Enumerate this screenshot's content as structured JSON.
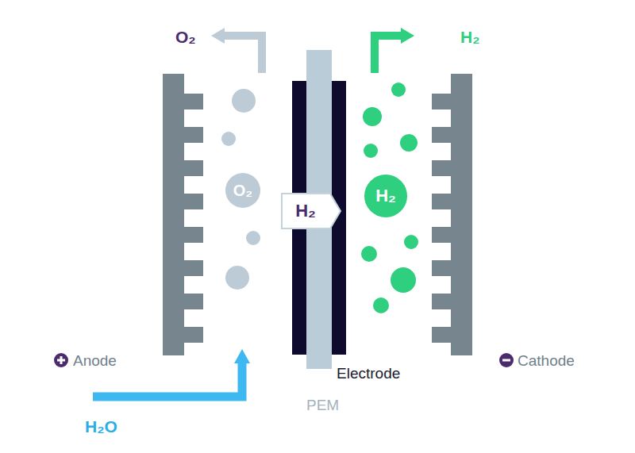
{
  "diagram": {
    "nodes": [
      {
        "text": [
          "O₂"
        ]
      },
      {
        "text": [
          "H₂"
        ]
      },
      {
        "text": [
          "H₂"
        ]
      }
    ],
    "labels": [
      "O₂",
      "H₂",
      "Anode",
      "Cathode",
      "Electrode",
      "PEM",
      "H₂O"
    ]
  }
}
